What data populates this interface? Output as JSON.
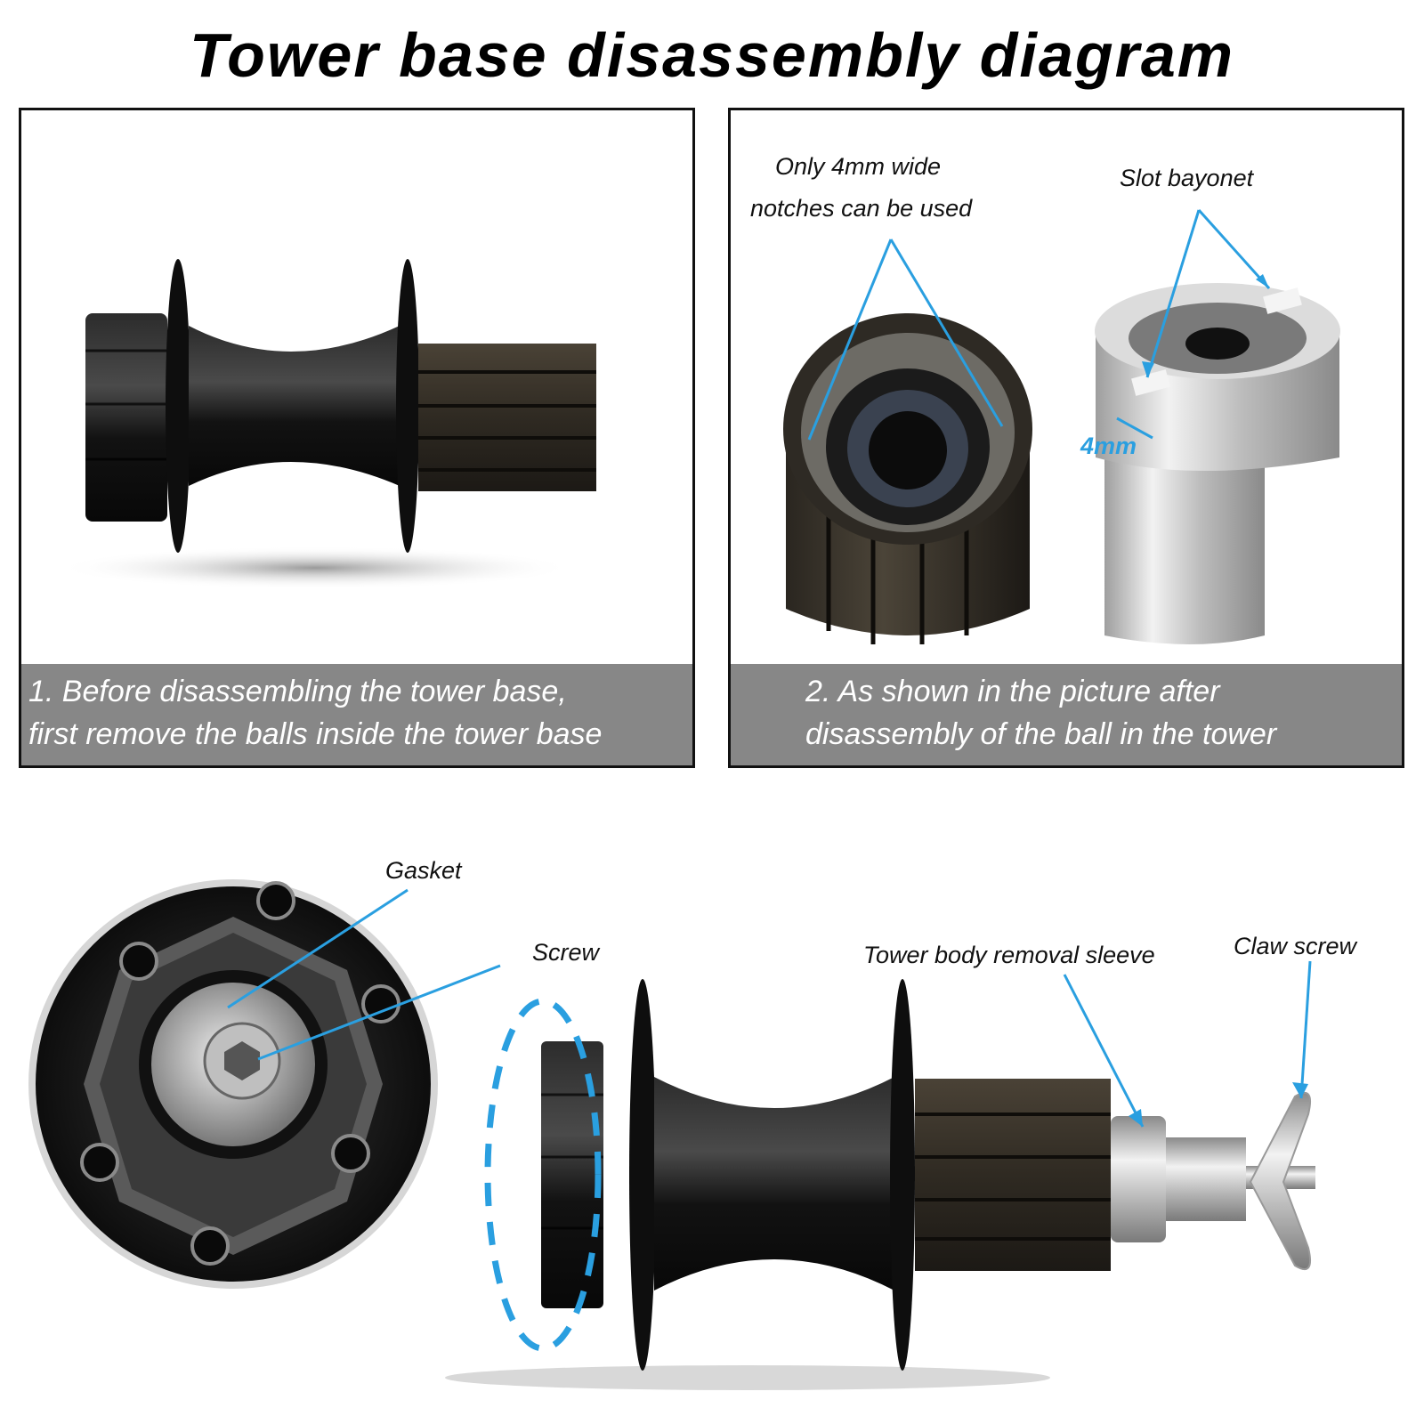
{
  "title": "Tower base disassembly diagram",
  "panels": [
    {
      "caption_lines": [
        "1. Before disassembling the tower base,",
        "first remove the balls inside the tower base"
      ]
    },
    {
      "caption_lines": [
        "2. As shown in the picture after",
        "disassembly of the ball in the tower"
      ],
      "labels": {
        "notches_line1": "Only 4mm wide",
        "notches_line2": "notches can be used",
        "slot_bayonet": "Slot bayonet",
        "dimension": "4mm"
      }
    }
  ],
  "bottom_labels": {
    "gasket": "Gasket",
    "screw": "Screw",
    "removal_sleeve": "Tower body removal sleeve",
    "claw_screw": "Claw screw"
  },
  "colors": {
    "annotation_blue": "#2a9fe0",
    "caption_bar": "#878787",
    "hub_black": "#151515",
    "freehub_brown": "#3b352c",
    "steel": "#c8c8c8"
  }
}
